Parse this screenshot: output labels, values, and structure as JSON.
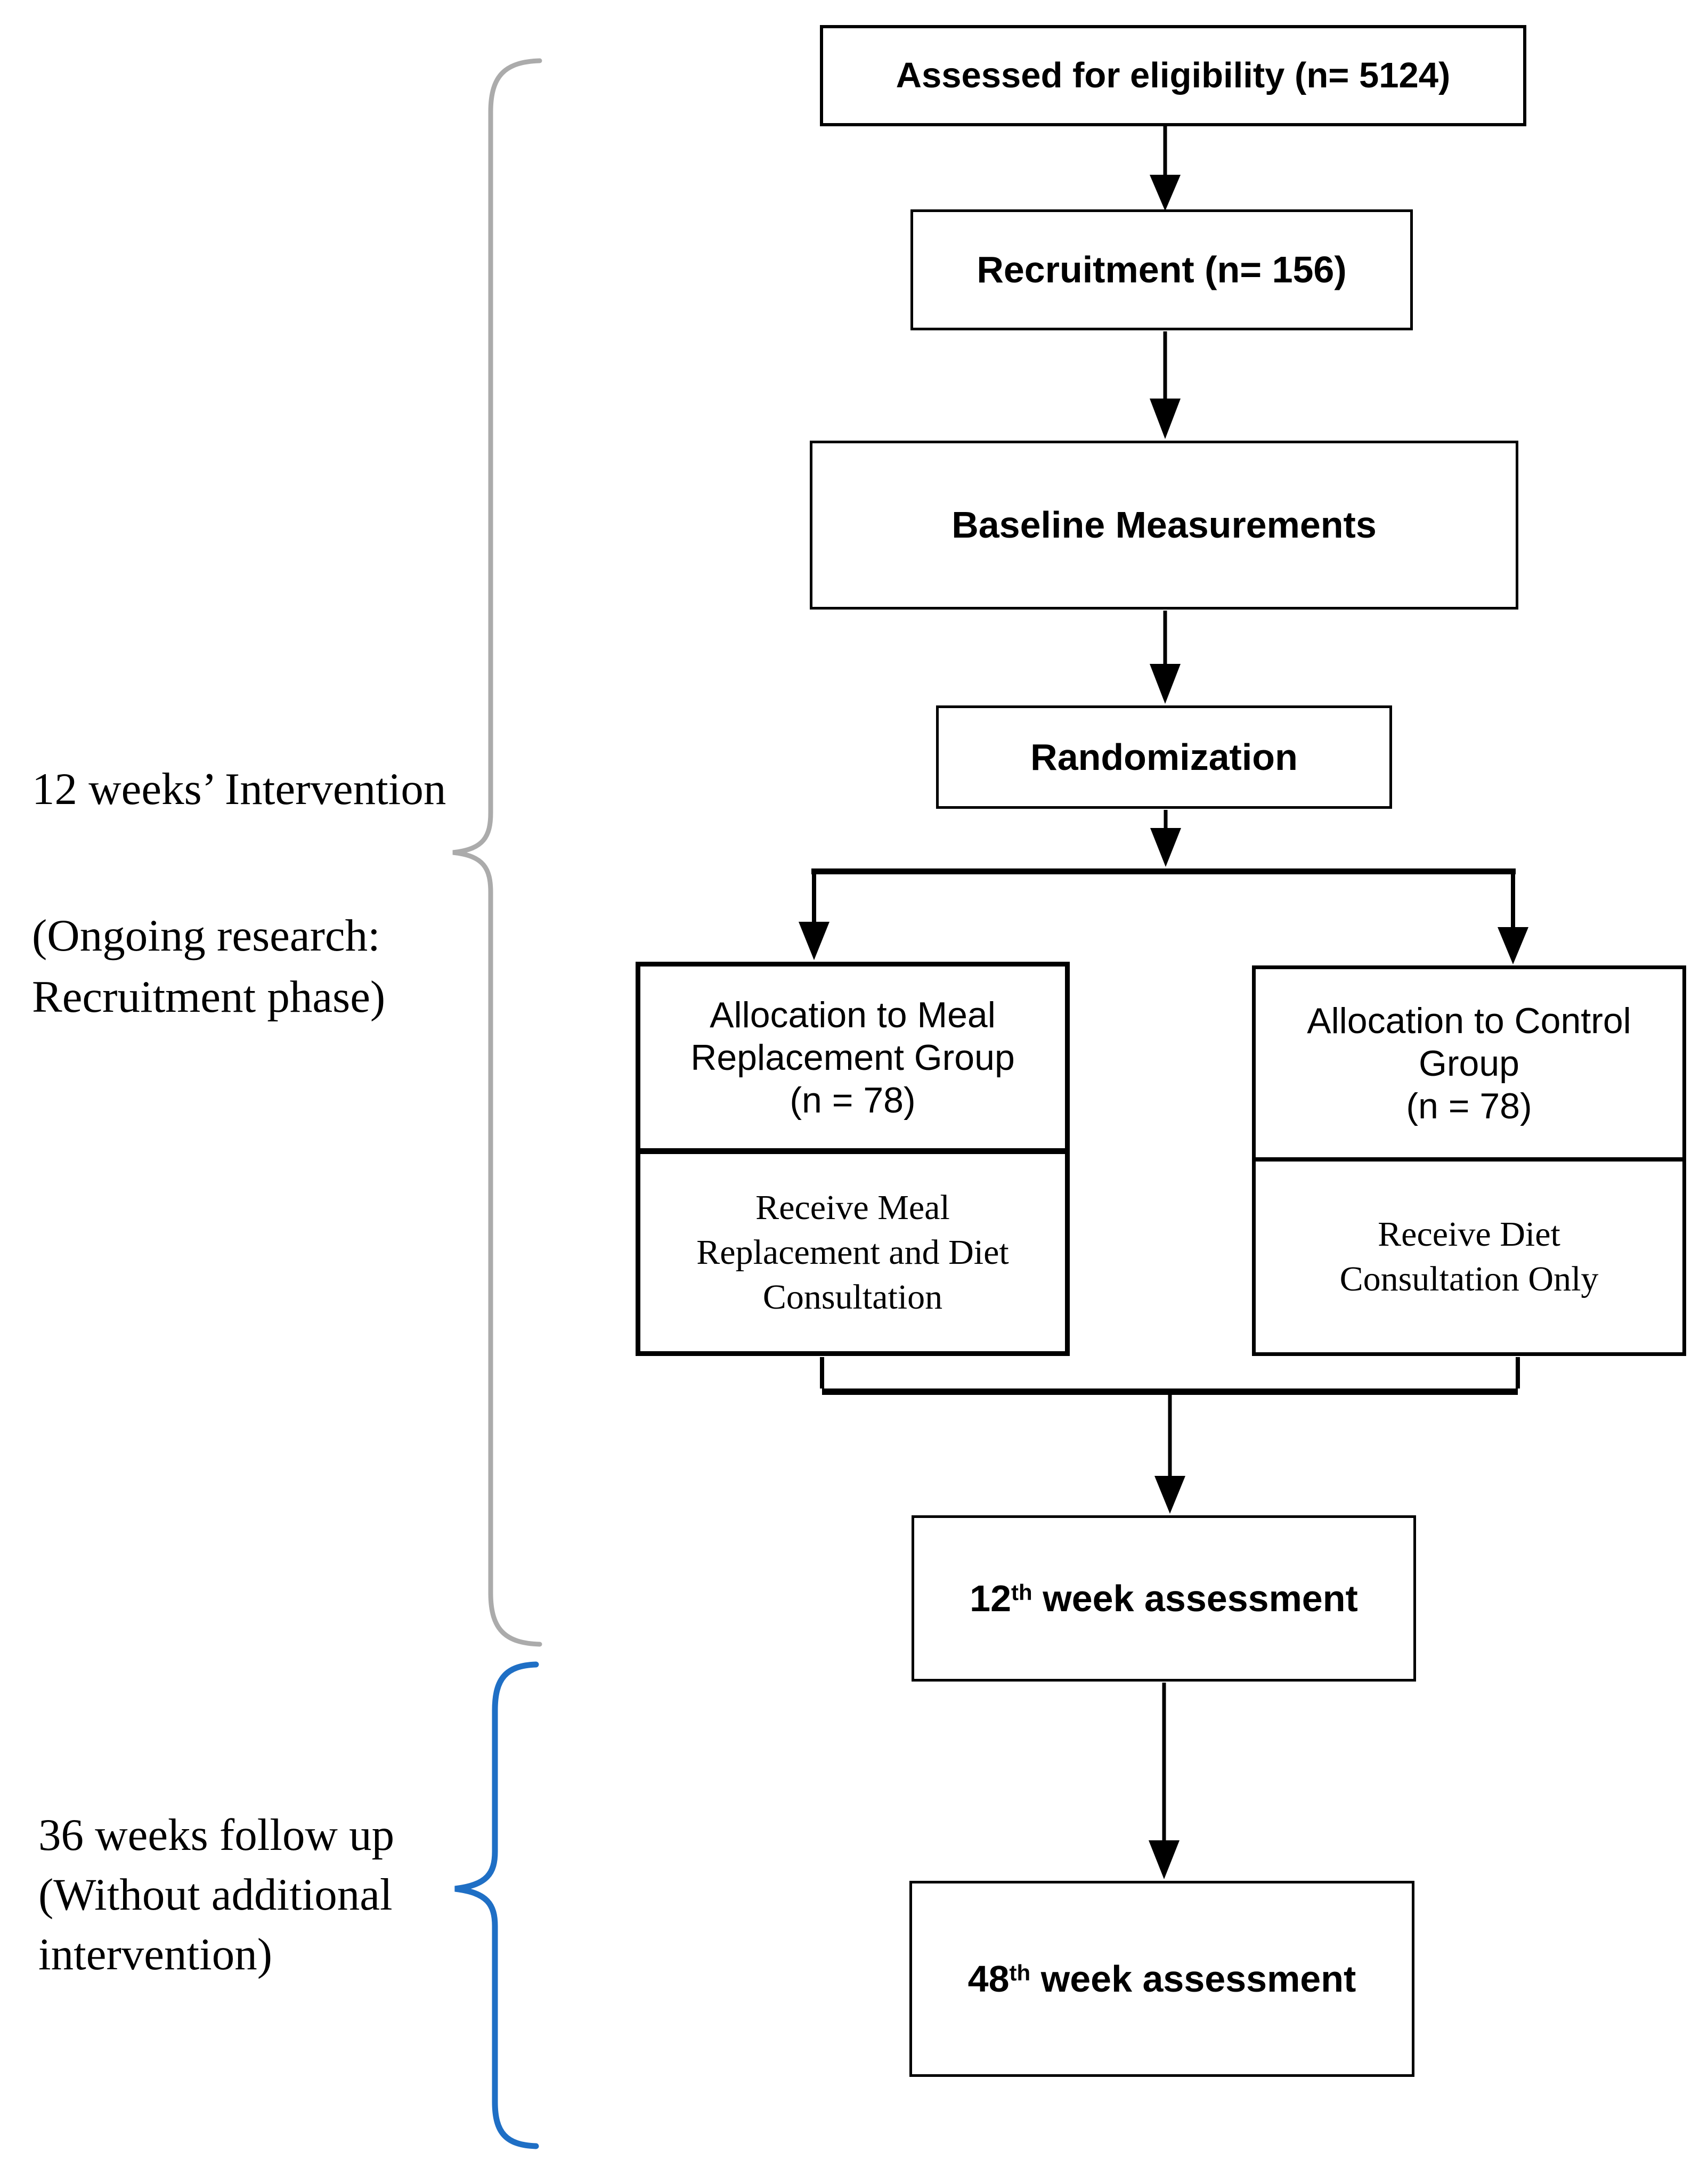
{
  "diagram": {
    "boxes": {
      "assessed": "Assessed for eligibility (n= 5124)",
      "recruitment": "Recruitment (n= 156)",
      "baseline": "Baseline Measurements",
      "randomization": "Randomization",
      "alloc_meal": {
        "lines": [
          "Allocation to Meal",
          "Replacement Group",
          "(n = 78)"
        ],
        "receive_lines": [
          "Receive Meal",
          "Replacement and Diet",
          "Consultation"
        ]
      },
      "alloc_control": {
        "lines": [
          "Allocation to Control",
          "Group",
          "(n = 78)"
        ],
        "receive_lines": [
          "Receive Diet",
          "Consultation Only"
        ]
      },
      "week12": {
        "num": "12",
        "sup": "th",
        "rest": "week assessment"
      },
      "week48": {
        "num": "48",
        "sup": "th",
        "rest": "week assessment"
      }
    },
    "side_labels": {
      "intervention": {
        "line1": "12 weeks’ Intervention",
        "line2": "(Ongoing research:",
        "line3": "Recruitment phase)"
      },
      "followup": {
        "line1": "36 weeks follow up",
        "line2": "(Without additional",
        "line3": "intervention)"
      }
    },
    "colors": {
      "bracket_gray": "#ababab",
      "bracket_blue": "#1f6fc5",
      "ink": "#000000"
    }
  }
}
